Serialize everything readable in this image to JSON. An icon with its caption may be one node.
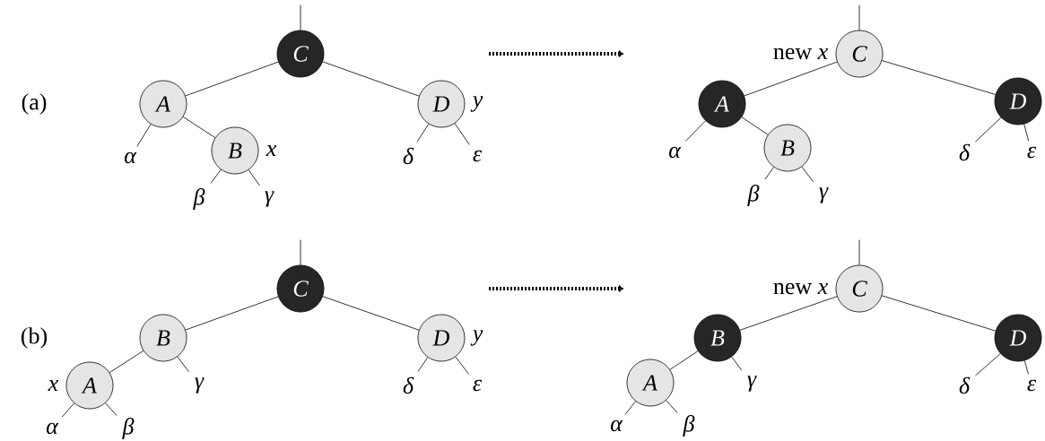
{
  "diagram": {
    "nodes": [
      {
        "text": [
          "C"
        ]
      },
      {
        "text": [
          "A"
        ]
      },
      {
        "text": [
          "D"
        ],
        "beside": [
          "y"
        ]
      },
      {
        "text": [
          "B"
        ],
        "beside": [
          "x"
        ]
      },
      {
        "text": [
          "α"
        ]
      },
      {
        "text": [
          "β"
        ]
      },
      {
        "text": [
          "γ"
        ]
      },
      {
        "text": [
          "δ"
        ]
      },
      {
        "text": [
          "ε"
        ]
      },
      {
        "text": [
          "C"
        ],
        "beside": [
          "new *x*"
        ]
      },
      {
        "text": [
          "A"
        ]
      },
      {
        "text": [
          "D"
        ]
      },
      {
        "text": [
          "B"
        ]
      },
      {
        "text": [
          "α"
        ]
      },
      {
        "text": [
          "β"
        ]
      },
      {
        "text": [
          "γ"
        ]
      },
      {
        "text": [
          "δ"
        ]
      },
      {
        "text": [
          "ε"
        ]
      },
      {
        "text": [
          "C"
        ]
      },
      {
        "text": [
          "B"
        ]
      },
      {
        "text": [
          "D"
        ],
        "beside": [
          "y"
        ]
      },
      {
        "text": [
          "A"
        ],
        "beside": [
          "x"
        ]
      },
      {
        "text": [
          "α"
        ]
      },
      {
        "text": [
          "β"
        ]
      },
      {
        "text": [
          "γ"
        ]
      },
      {
        "text": [
          "δ"
        ]
      },
      {
        "text": [
          "ε"
        ]
      },
      {
        "text": [
          "C"
        ],
        "beside": [
          "new *x*"
        ]
      },
      {
        "text": [
          "B"
        ]
      },
      {
        "text": [
          "D"
        ]
      },
      {
        "text": [
          "A"
        ]
      },
      {
        "text": [
          "α"
        ]
      },
      {
        "text": [
          "β"
        ]
      },
      {
        "text": [
          "γ"
        ]
      },
      {
        "text": [
          "δ"
        ]
      },
      {
        "text": [
          "ε"
        ]
      }
    ],
    "edges": [
      {
        "from": null,
        "to": 0,
        "arrow": "none"
      },
      {
        "from": 0,
        "to": 1,
        "arrow": "none"
      },
      {
        "from": 0,
        "to": 2,
        "arrow": "none"
      },
      {
        "from": 1,
        "to": 4,
        "arrow": "none"
      },
      {
        "from": 1,
        "to": 3,
        "arrow": "none"
      },
      {
        "from": 3,
        "to": 5,
        "arrow": "none"
      },
      {
        "from": 3,
        "to": 6,
        "arrow": "none"
      },
      {
        "from": 2,
        "to": 7,
        "arrow": "none"
      },
      {
        "from": 2,
        "to": 8,
        "arrow": "none"
      },
      {
        "from": null,
        "to": 9,
        "arrow": "none"
      },
      {
        "from": 9,
        "to": 10,
        "arrow": "none"
      },
      {
        "from": 9,
        "to": 11,
        "arrow": "none"
      },
      {
        "from": 10,
        "to": 13,
        "arrow": "none"
      },
      {
        "from": 10,
        "to": 12,
        "arrow": "none"
      },
      {
        "from": 12,
        "to": 14,
        "arrow": "none"
      },
      {
        "from": 12,
        "to": 15,
        "arrow": "none"
      },
      {
        "from": 11,
        "to": 16,
        "arrow": "none"
      },
      {
        "from": 11,
        "to": 17,
        "arrow": "none"
      },
      {
        "from": null,
        "to": 18,
        "arrow": "none"
      },
      {
        "from": 18,
        "to": 19,
        "arrow": "none"
      },
      {
        "from": 18,
        "to": 20,
        "arrow": "none"
      },
      {
        "from": 19,
        "to": 21,
        "arrow": "none"
      },
      {
        "from": 19,
        "to": 24,
        "arrow": "none"
      },
      {
        "from": 21,
        "to": 22,
        "arrow": "none"
      },
      {
        "from": 21,
        "to": 23,
        "arrow": "none"
      },
      {
        "from": 20,
        "to": 25,
        "arrow": "none"
      },
      {
        "from": 20,
        "to": 26,
        "arrow": "none"
      },
      {
        "from": null,
        "to": 27,
        "arrow": "none"
      },
      {
        "from": 27,
        "to": 28,
        "arrow": "none"
      },
      {
        "from": 27,
        "to": 29,
        "arrow": "none"
      },
      {
        "from": 28,
        "to": 30,
        "arrow": "none"
      },
      {
        "from": 28,
        "to": 33,
        "arrow": "none"
      },
      {
        "from": 30,
        "to": 31,
        "arrow": "none"
      },
      {
        "from": 30,
        "to": 32,
        "arrow": "none"
      },
      {
        "from": 29,
        "to": 34,
        "arrow": "none"
      },
      {
        "from": 29,
        "to": 35,
        "arrow": "none"
      }
    ],
    "labels": [
      "(a)",
      "(b)"
    ]
  }
}
